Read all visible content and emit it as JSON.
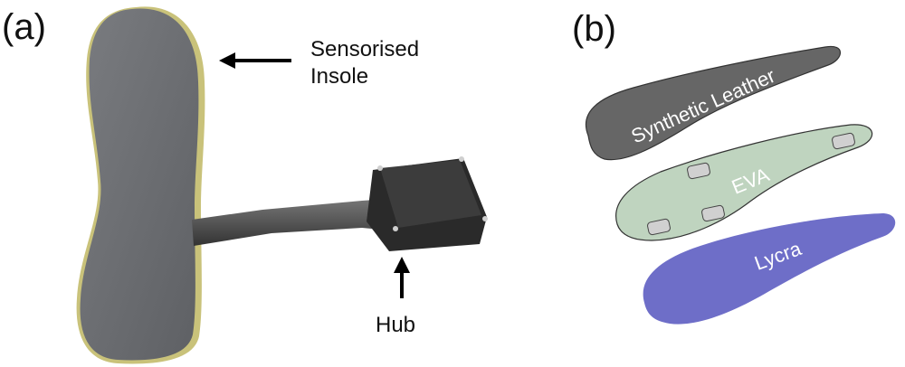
{
  "panel_a": {
    "label": "(a)",
    "annotations": {
      "insole_line1": "Sensorised",
      "insole_line2": "Insole",
      "hub": "Hub"
    }
  },
  "panel_b": {
    "label": "(b)",
    "layers": [
      {
        "name": "Synthetic Leather",
        "color": "#666666"
      },
      {
        "name": "EVA",
        "color": "#bfd4bf"
      },
      {
        "name": "Lycra",
        "color": "#6e6ec8"
      }
    ],
    "sensor_color": "#d0d0d0"
  }
}
